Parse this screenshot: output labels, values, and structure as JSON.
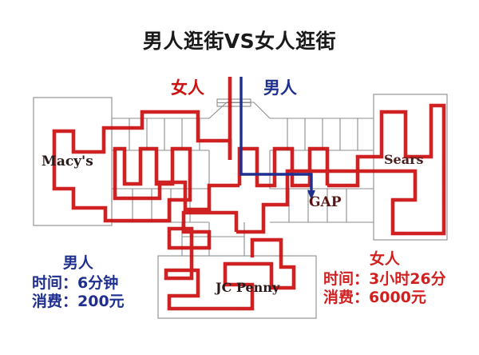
{
  "title": "男人逛街VS女人逛街",
  "legend": {
    "women_label": "女人",
    "men_label": "男人",
    "women_color": "#cc1111",
    "men_color": "#1f2f8f"
  },
  "stores": {
    "macys": "Macy's",
    "sears": "Sears",
    "gap": "GAP",
    "jcpenny": "JC Penny"
  },
  "stats": {
    "men": {
      "heading": "男人",
      "time": "时间：6分钟",
      "spend": "消费：200元",
      "color": "#1f2f8f"
    },
    "women": {
      "heading": "女人",
      "time": "时间：3小时26分",
      "spend": "消费：6000元",
      "color": "#d02020"
    }
  },
  "paths": {
    "women_path_color": "#cc1111",
    "men_path_color": "#1f2f8f",
    "floorplan_color": "#888888"
  }
}
